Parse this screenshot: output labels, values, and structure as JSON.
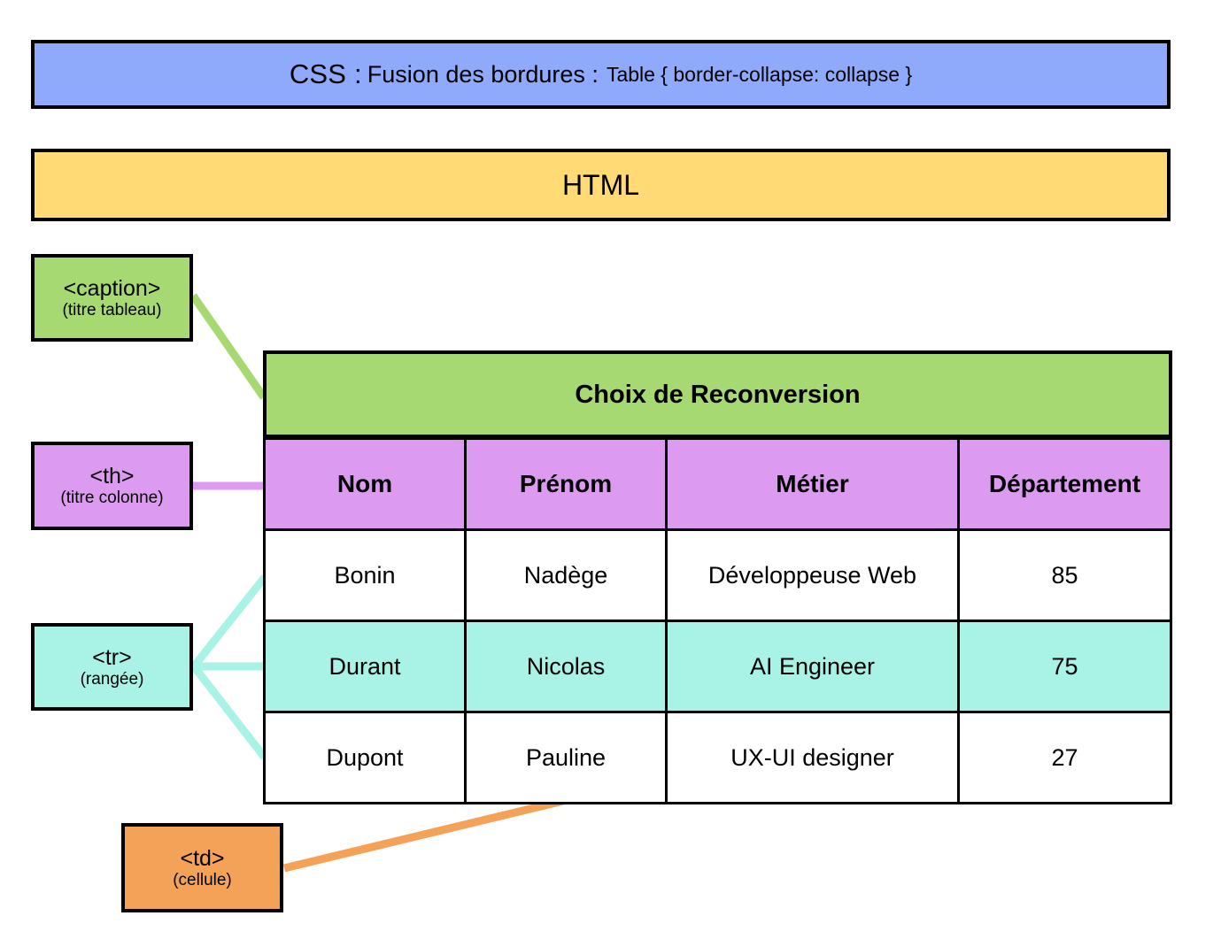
{
  "banners": {
    "css": {
      "part1": "CSS : ",
      "part2": "Fusion des bordures : ",
      "part3": "Table { border-collapse: collapse }",
      "color": "#8fa9fb"
    },
    "html": {
      "label": "HTML",
      "color": "#ffda75"
    }
  },
  "legend": [
    {
      "tag": "<caption>",
      "note": "(titre tableau)",
      "color": "#a6d972"
    },
    {
      "tag": "<th>",
      "note": "(titre colonne)",
      "color": "#dc9bf0"
    },
    {
      "tag": "<tr>",
      "note": "(rangée)",
      "color": "#a9f3e6"
    },
    {
      "tag": "<td>",
      "note": "(cellule)",
      "color": "#f5a259"
    }
  ],
  "table": {
    "caption": "Choix de Reconversion",
    "caption_color": "#a6d972",
    "header_color": "#dc9bf0",
    "alt_row_color": "#a9f3e6",
    "highlight_color": "#f5a259",
    "columns": [
      "Nom",
      "Prénom",
      "Métier",
      "Département"
    ],
    "rows": [
      {
        "cells": [
          "Bonin",
          "Nadège",
          "Développeuse Web",
          "85"
        ],
        "alt": false,
        "highlight": -1
      },
      {
        "cells": [
          "Durant",
          "Nicolas",
          "AI Engineer",
          "75"
        ],
        "alt": true,
        "highlight": -1
      },
      {
        "cells": [
          "Dupont",
          "Pauline",
          "UX-UI designer",
          "27"
        ],
        "alt": false,
        "highlight": 1
      }
    ]
  },
  "connectors": {
    "caption_line_color": "#a6d972",
    "th_line_color": "#dc9bf0",
    "tr_line_color": "#a9f3e6",
    "td_line_color": "#f5a259"
  }
}
